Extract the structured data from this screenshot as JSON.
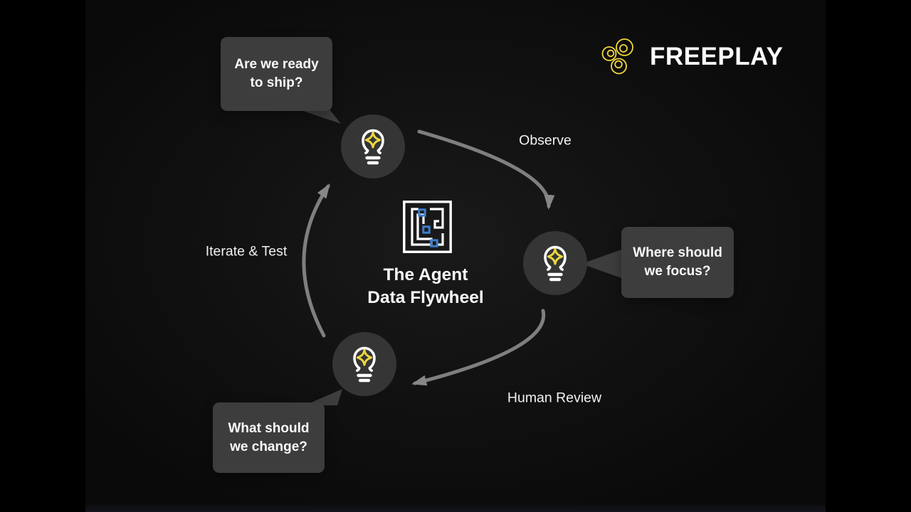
{
  "brand": {
    "wordmark": "FREEPLAY"
  },
  "flywheel": {
    "title_line1": "The Agent",
    "title_line2": "Data Flywheel",
    "edge_labels": {
      "observe": "Observe",
      "human_review": "Human Review",
      "iterate_test": "Iterate & Test"
    },
    "bubbles": {
      "ship": {
        "line1": "Are we ready",
        "line2": "to ship?"
      },
      "focus": {
        "line1": "Where should",
        "line2": "we focus?"
      },
      "change": {
        "line1": "What should",
        "line2": "we change?"
      }
    }
  },
  "icons": {
    "brand_logo": "freeplay-clover-icon",
    "node_icon": "lightbulb-sparkle-icon",
    "center_icon": "maze-icon"
  },
  "colors": {
    "accent_yellow": "#f2d73e",
    "bubble_bg": "#3d3d3d",
    "node_circle_bg": "#353535",
    "arrow_gray": "#7f7f7f",
    "maze_blue": "#3e7ecb",
    "background": "#111111",
    "letterbox": "#000000",
    "text": "#f5f5f5"
  }
}
